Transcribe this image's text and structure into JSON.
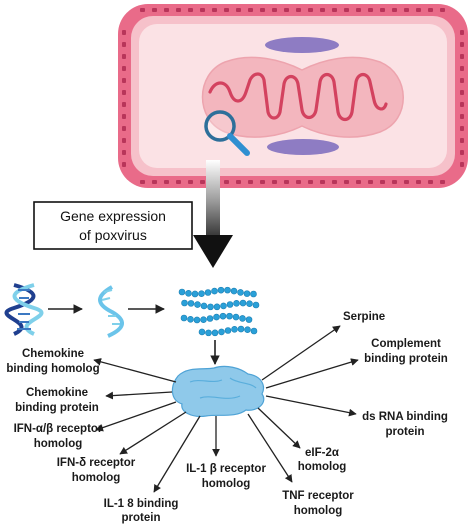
{
  "expression_box": {
    "line1": "Gene expression",
    "line2": "of poxvirus"
  },
  "products": {
    "serpine": "Serpine",
    "complement_1": "Complement",
    "complement_2": "binding protein",
    "dsrna_1": "ds RNA binding",
    "dsrna_2": "protein",
    "eif_1": "eIF-2α",
    "eif_2": "homolog",
    "tnf_1": "TNF receptor",
    "tnf_2": "homolog",
    "il1b_1": "IL-1 β receptor",
    "il1b_2": "homolog",
    "il18_1": "IL-1 8 binding",
    "il18_2": "protein",
    "ifnd_1": "IFN-δ receptor",
    "ifnd_2": "homolog",
    "ifnab_1": "IFN-α/β receptor",
    "ifnab_2": "homolog",
    "chemoprot_1": "Chemokine",
    "chemoprot_2": "binding protein",
    "chemohom_1": "Chemokine",
    "chemohom_2": "binding homolog"
  },
  "colors": {
    "cell_wall": "#e96b89",
    "cell_wall_dots": "#b8355a",
    "cytoplasm": "#f8d4d9",
    "nucleoid": "#f3b6be",
    "dna_strand": "#d3425f",
    "plasmid": "#8e7cc3",
    "magnifier": "#2d6f9a",
    "protein_blob": "#8fc9ea",
    "bead_chain": "#2aa0d8",
    "dna_helix_dark": "#1f3f8f",
    "dna_helix_light": "#7fd0ea"
  }
}
